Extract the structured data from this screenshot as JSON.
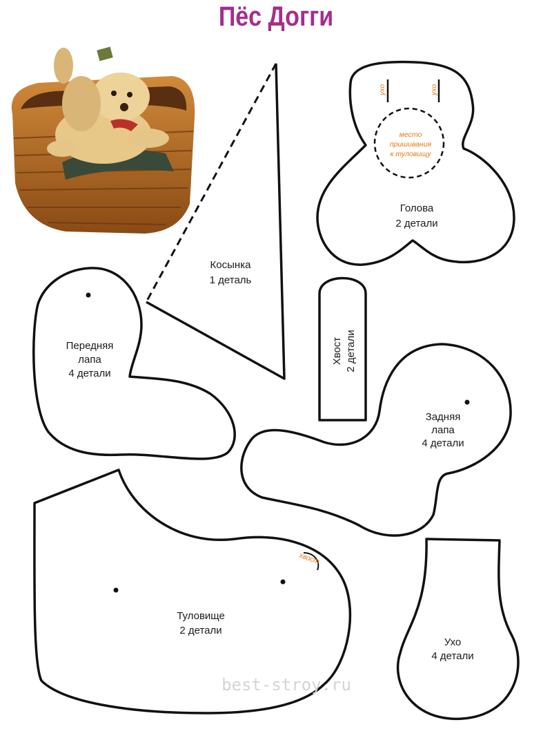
{
  "title": "Пёс Догги",
  "colors": {
    "title": "#a52d8c",
    "note": "#e07a10",
    "outline": "#111111"
  },
  "photo": {
    "subject": "toy dog in wicker basket"
  },
  "pieces": {
    "head": {
      "name": "Голова",
      "count": "2 детали",
      "ear_mark": "ухо",
      "attach_note": [
        "место",
        "пришивания",
        "к туловищу"
      ]
    },
    "kerchief": {
      "name": "Косынка",
      "count": "1 деталь"
    },
    "front_paw": {
      "name": "Передняя",
      "name2": "лапа",
      "count": "4 детали"
    },
    "tail": {
      "name": "Хвост",
      "count": "2 детали"
    },
    "hind_paw": {
      "name": "Задняя",
      "name2": "лапа",
      "count": "4 детали"
    },
    "body": {
      "name": "Туловище",
      "count": "2 детали",
      "tail_mark": "хвост"
    },
    "ear": {
      "name": "Ухо",
      "count": "4 детали"
    }
  },
  "watermark": "best-stroy.ru"
}
